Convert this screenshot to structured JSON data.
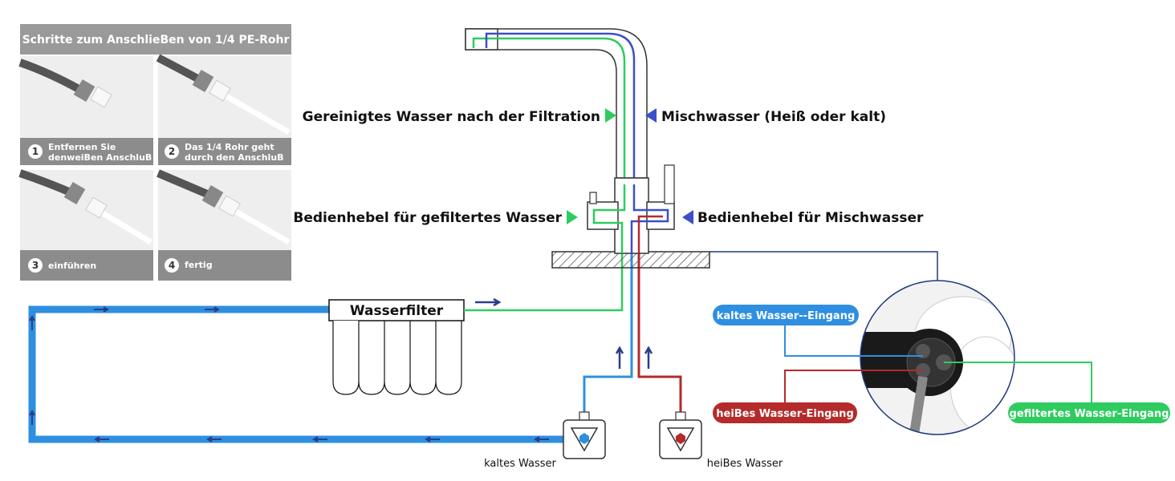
{
  "panel": {
    "title": "Schritte zum AnschlieBen von 1/4 PE-Rohr",
    "steps": [
      {
        "num": "1",
        "line1": "Entfernen Sie",
        "line2": "denweiBen AnschluB"
      },
      {
        "num": "2",
        "line1": "Das 1/4 Rohr geht",
        "line2": "durch den AnschluB"
      },
      {
        "num": "3",
        "line1": "einführen",
        "line2": ""
      },
      {
        "num": "4",
        "line1": "fertig",
        "line2": ""
      }
    ]
  },
  "labels": {
    "purified": "Gereinigtes Wasser nach der Filtration",
    "mixed": "Mischwasser (Heiß oder kalt)",
    "lever_filtered": "Bedienhebel für gefiltertes Wasser",
    "lever_mixed": "Bedienhebel für Mischwasser",
    "filter": "Wasserfilter",
    "cold_valve": "kaltes Wasser",
    "hot_valve": "heiBes Wasser"
  },
  "pills": {
    "cold": "kaltes Wasser--Eingang",
    "hot": "heiBes Wasser-Eingang",
    "filtered": "gefiltertes Wasser-Eingang"
  },
  "colors": {
    "green": "#2ecc5f",
    "blue_dark": "#3a4fc8",
    "blue_light": "#2e8fe0",
    "red": "#b52a2a",
    "panel_grey": "#9a9a9a",
    "navy": "#1f3a7a"
  }
}
